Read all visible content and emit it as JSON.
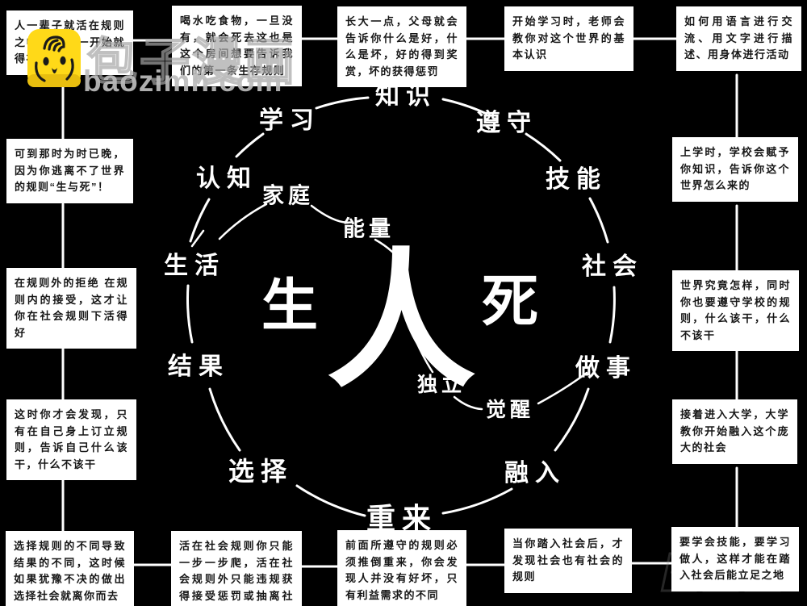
{
  "page": {
    "background": "#000000"
  },
  "watermark": {
    "logo_text": "包子漫画",
    "site": "baozimh.com",
    "icon": "bun-face-icon",
    "icon_color": "#FFD918",
    "text_color": "#BCBCBC"
  },
  "center": {
    "left": "生",
    "person": "人",
    "right": "死"
  },
  "circle_words": [
    {
      "label": "知识"
    },
    {
      "label": "遵守"
    },
    {
      "label": "技能"
    },
    {
      "label": "社会"
    },
    {
      "label": "做事"
    },
    {
      "label": "融入"
    },
    {
      "label": "重来"
    },
    {
      "label": "选择"
    },
    {
      "label": "结果"
    },
    {
      "label": "生活"
    },
    {
      "label": "认知"
    },
    {
      "label": "学习"
    },
    {
      "label": "家庭"
    },
    {
      "label": "能量"
    },
    {
      "label": "独立"
    },
    {
      "label": "觉醒"
    }
  ],
  "boxes": [
    {
      "text": "人一辈子就活在规则之中 从出生一开始就得补充能量"
    },
    {
      "text": "喝水吃食物，一旦没有，就会死去这也是这个房间想要告诉我们的第一条生存规则"
    },
    {
      "text": "长大一点，父母就会告诉你什么是好，什么是坏，好的得到奖赏，坏的获得惩罚"
    },
    {
      "text": "开始学习时，老师会教你对这个世界的基本认识"
    },
    {
      "text": "如何用语言进行交流、用文字进行描述、用身体进行活动"
    },
    {
      "text": "可到那时为时已晚，因为你逃离不了世界的规则“生与死”！"
    },
    {
      "text": "在规则外的拒绝 在规则内的接受，这才让你在社会规则下活得好"
    },
    {
      "text": "这时你才会发现，只有在自己身上订立规则，告诉自己什么该干，什么不该干"
    },
    {
      "text": "上学时，学校会赋予你知识，告诉你这个世界怎么来的"
    },
    {
      "text": "世界究竟怎样，同时你也要遵守学校的规则，什么该干，什么不该干"
    },
    {
      "text": "接着进入大学，大学教你开始融入这个庞大的社会"
    },
    {
      "text": "选择规则的不同导致结果的不同，这时候如果犹豫不决的做出选择社会就离你而去"
    },
    {
      "text": "活在社会规则你只能一步一步爬，活在社会规则外只能违规获得接受惩罚或抽离社会孤独生存"
    },
    {
      "text": "前面所遵守的规则必须推倒重来，你会发现人并没有好坏，只有利益需求的不同"
    },
    {
      "text": "当你踏入社会后，才发现社会也有社会的规则"
    },
    {
      "text": "要学会技能，要学习做人，这样才能在踏入社会后能立足之地"
    }
  ]
}
